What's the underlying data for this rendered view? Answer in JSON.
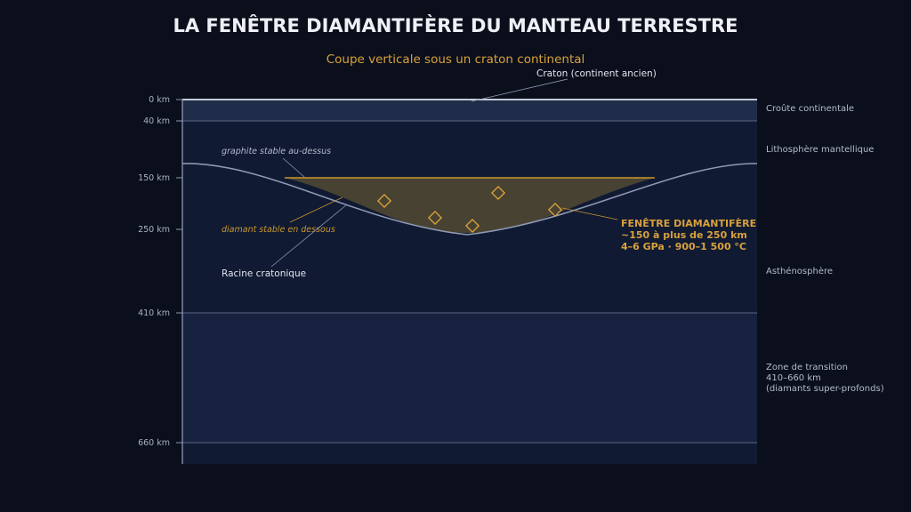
{
  "title": "LA FENÊTRE DIAMANTIFÈRE DU MANTEAU TERRESTRE",
  "subtitle": "Coupe verticale sous un craton continental",
  "depth_labels": [
    "0 km",
    "40 km",
    "150 km",
    "250 km",
    "410 km",
    "660 km"
  ],
  "layers": {
    "crust": "Croûte continentale",
    "lithosphere": "Lithosphère mantellique",
    "asthenosphere": "Asthénosphère",
    "transition_zone": [
      "Zone de transition",
      "410–660 km",
      "(diamants super-profonds)"
    ]
  },
  "annotations": {
    "craton": "Craton (continent ancien)",
    "graphite": "graphite stable au-dessus",
    "diamond": "diamant stable en dessous",
    "root": "Racine cratonique"
  },
  "window": {
    "lines": [
      "FENÊTRE DIAMANTIFÈRE",
      "~150 à plus de 250 km",
      "4–6 GPa · 900–1 500 °C"
    ]
  },
  "colors": {
    "background": "#0b0f1c",
    "crust": "#1f2d4a",
    "mantle": "#101a33",
    "transition_zone": "#172240",
    "diamond_window": "#4c4533",
    "accent_gold": "#d9a13b",
    "boundary_line": "#8e98b2"
  },
  "icons": {
    "diamonds": "diamond-outline-icon"
  }
}
